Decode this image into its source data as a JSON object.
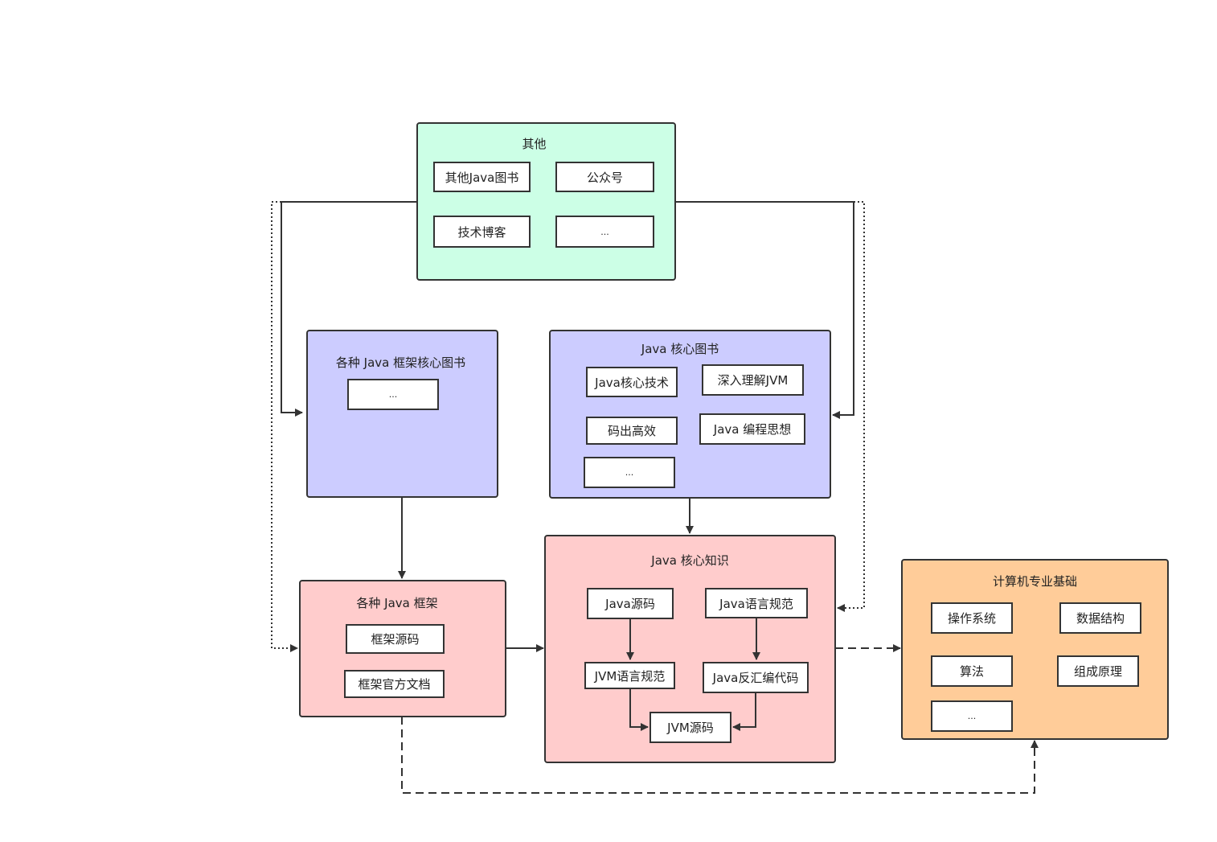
{
  "other": {
    "title": "其他",
    "items": [
      "其他Java图书",
      "公众号",
      "技术博客",
      "..."
    ]
  },
  "framework_books": {
    "title": "各种 Java 框架核心图书",
    "items": [
      "..."
    ]
  },
  "java_core_books": {
    "title": "Java 核心图书",
    "items": [
      "Java核心技术",
      "深入理解JVM",
      "码出高效",
      "Java 编程思想",
      "..."
    ]
  },
  "frameworks": {
    "title": "各种 Java 框架",
    "items": [
      "框架源码",
      "框架官方文档"
    ]
  },
  "java_core_knowledge": {
    "title": "Java 核心知识",
    "items": [
      "Java源码",
      "Java语言规范",
      "JVM语言规范",
      "Java反汇编代码",
      "JVM源码"
    ]
  },
  "cs_fundamentals": {
    "title": "计算机专业基础",
    "items": [
      "操作系统",
      "数据结构",
      "算法",
      "组成原理",
      "..."
    ]
  },
  "colors": {
    "green": "#ccffe6",
    "purple": "#ccccff",
    "pink": "#ffcccc",
    "orange": "#ffcc99",
    "line": "#333333"
  }
}
